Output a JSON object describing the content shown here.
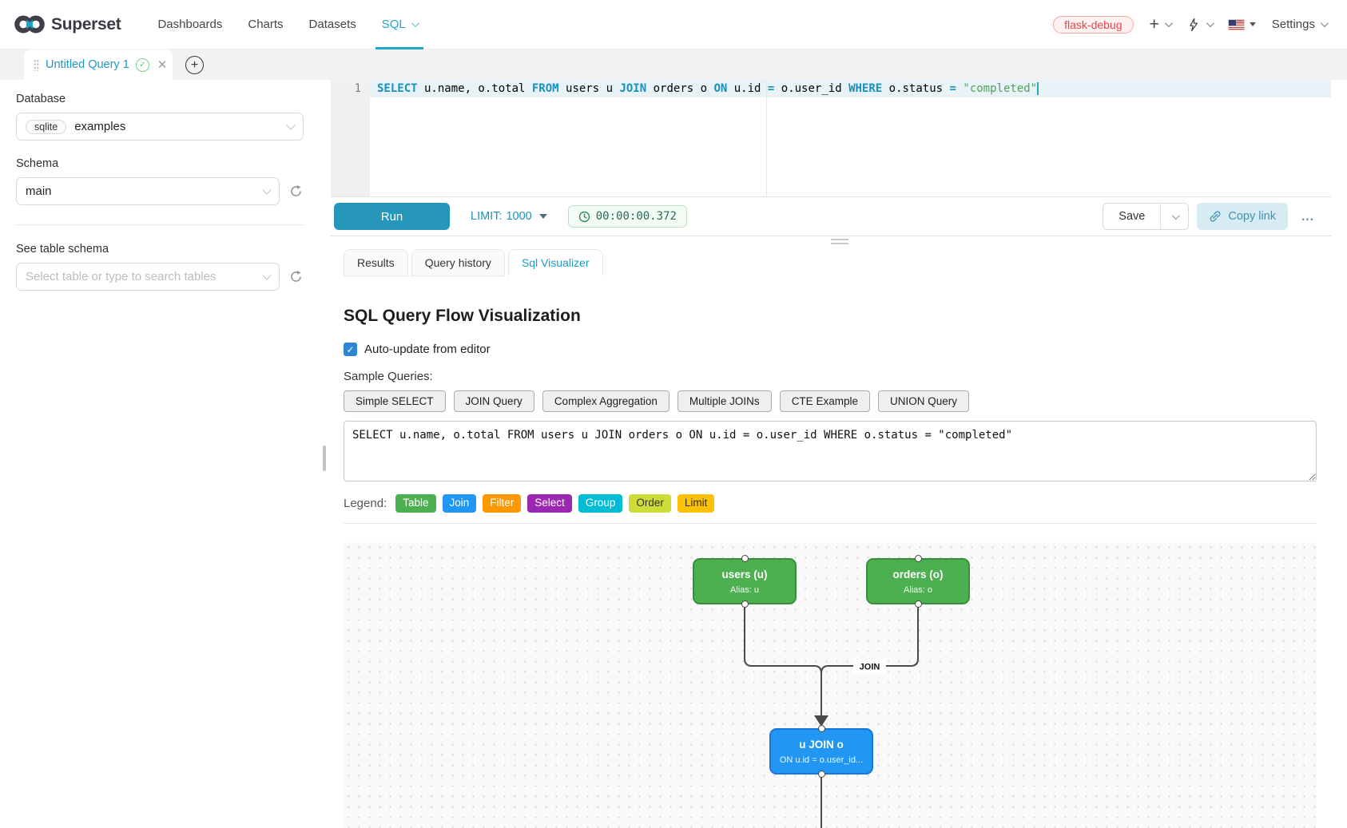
{
  "nav": {
    "brand": "Superset",
    "items": [
      {
        "label": "Dashboards"
      },
      {
        "label": "Charts"
      },
      {
        "label": "Datasets"
      },
      {
        "label": "SQL"
      }
    ],
    "env_tag": "flask-debug",
    "plus": "+",
    "settings": "Settings"
  },
  "query_tabs": {
    "active_label": "Untitled Query 1",
    "check": "✓",
    "close": "✕",
    "new_tab": "+"
  },
  "sidebar": {
    "database_label": "Database",
    "database_engine": "sqlite",
    "database_value": "examples",
    "schema_label": "Schema",
    "schema_value": "main",
    "table_label": "See table schema",
    "table_placeholder": "Select table or type to search tables"
  },
  "editor": {
    "line_number": "1",
    "tokens": [
      {
        "text": "SELECT"
      },
      {
        "text": " u.name, o.total "
      },
      {
        "text": "FROM"
      },
      {
        "text": " users u "
      },
      {
        "text": "JOIN"
      },
      {
        "text": " orders o "
      },
      {
        "text": "ON"
      },
      {
        "text": " u.id "
      },
      {
        "text": "="
      },
      {
        "text": " o.user_id "
      },
      {
        "text": "WHERE"
      },
      {
        "text": " o.status "
      },
      {
        "text": "="
      },
      {
        "text": " "
      },
      {
        "text": "\"completed\""
      }
    ]
  },
  "toolbar": {
    "run": "Run",
    "limit_label": "LIMIT:",
    "limit_value": "1000",
    "elapsed": "00:00:00.372",
    "save": "Save",
    "copy_link": "Copy link",
    "more": "…"
  },
  "result_tabs": [
    {
      "label": "Results"
    },
    {
      "label": "Query history"
    },
    {
      "label": "Sql Visualizer"
    }
  ],
  "visualizer": {
    "title": "SQL Query Flow Visualization",
    "auto_update_label": "Auto-update from editor",
    "auto_update_checked": true,
    "samples_label": "Sample Queries:",
    "sample_buttons": [
      "Simple SELECT",
      "JOIN Query",
      "Complex Aggregation",
      "Multiple JOINs",
      "CTE Example",
      "UNION Query"
    ],
    "query_text": "SELECT u.name, o.total FROM users u JOIN orders o ON u.id = o.user_id WHERE o.status = \"completed\"",
    "legend_label": "Legend:",
    "legend": [
      {
        "label": "Table",
        "color": "#4CAF50",
        "text_color": "#ffffff"
      },
      {
        "label": "Join",
        "color": "#2196F3",
        "text_color": "#ffffff"
      },
      {
        "label": "Filter",
        "color": "#FF9800",
        "text_color": "#ffffff"
      },
      {
        "label": "Select",
        "color": "#9C27B0",
        "text_color": "#ffffff"
      },
      {
        "label": "Group",
        "color": "#00BCD4",
        "text_color": "#ffffff"
      },
      {
        "label": "Order",
        "color": "#CDDC39",
        "text_color": "#333333"
      },
      {
        "label": "Limit",
        "color": "#FFC107",
        "text_color": "#333333"
      }
    ],
    "diagram": {
      "nodes": [
        {
          "title": "users (u)",
          "subtitle": "Alias: u",
          "type": "table"
        },
        {
          "title": "orders (o)",
          "subtitle": "Alias: o",
          "type": "table"
        },
        {
          "title": "u JOIN o",
          "subtitle": "ON u.id = o.user_id...",
          "type": "join"
        }
      ],
      "edge_label": "JOIN",
      "colors": {
        "table": "#4CAF50",
        "join": "#2196F3",
        "edge": "#4a4a4a"
      }
    }
  }
}
